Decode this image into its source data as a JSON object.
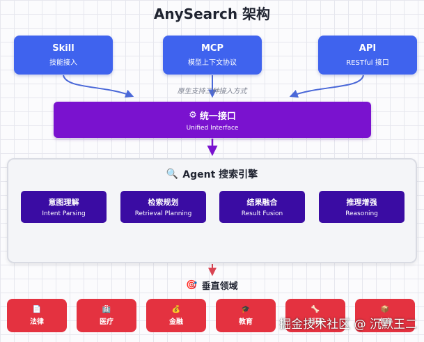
{
  "title": "AnySearch 架构",
  "access": [
    {
      "name": "Skill",
      "desc": "技能接入"
    },
    {
      "name": "MCP",
      "desc": "模型上下文协议"
    },
    {
      "name": "API",
      "desc": "RESTful 接口"
    }
  ],
  "access_note": "原生支持三种接入方式",
  "unified": {
    "icon": "⚙",
    "title": "统一接口",
    "subtitle": "Unified Interface"
  },
  "engine": {
    "icon": "🔍",
    "title": "Agent 搜索引擎",
    "steps": [
      {
        "name": "意图理解",
        "en": "Intent Parsing"
      },
      {
        "name": "检索规划",
        "en": "Retrieval Planning"
      },
      {
        "name": "结果融合",
        "en": "Result Fusion"
      },
      {
        "name": "推理增强",
        "en": "Reasoning"
      }
    ]
  },
  "vertical": {
    "icon": "🎯",
    "title": "垂直领域",
    "items": [
      {
        "icon": "📄",
        "name": "法律"
      },
      {
        "icon": "🏥",
        "name": "医疗"
      },
      {
        "icon": "💰",
        "name": "金融"
      },
      {
        "icon": "🎓",
        "name": "教育"
      },
      {
        "icon": "🦴",
        "name": "科研"
      },
      {
        "icon": "📦",
        "name": "电商"
      }
    ]
  },
  "watermark": "掘金技术社区 @ 沉默王二",
  "colors": {
    "access": "#3f63ee",
    "unified": "#7a12cf",
    "step": "#3a0ca3",
    "domain": "#e43240",
    "arrow_blue": "#4a68d8",
    "arrow_purple": "#7a12cf",
    "arrow_red": "#d94452"
  }
}
